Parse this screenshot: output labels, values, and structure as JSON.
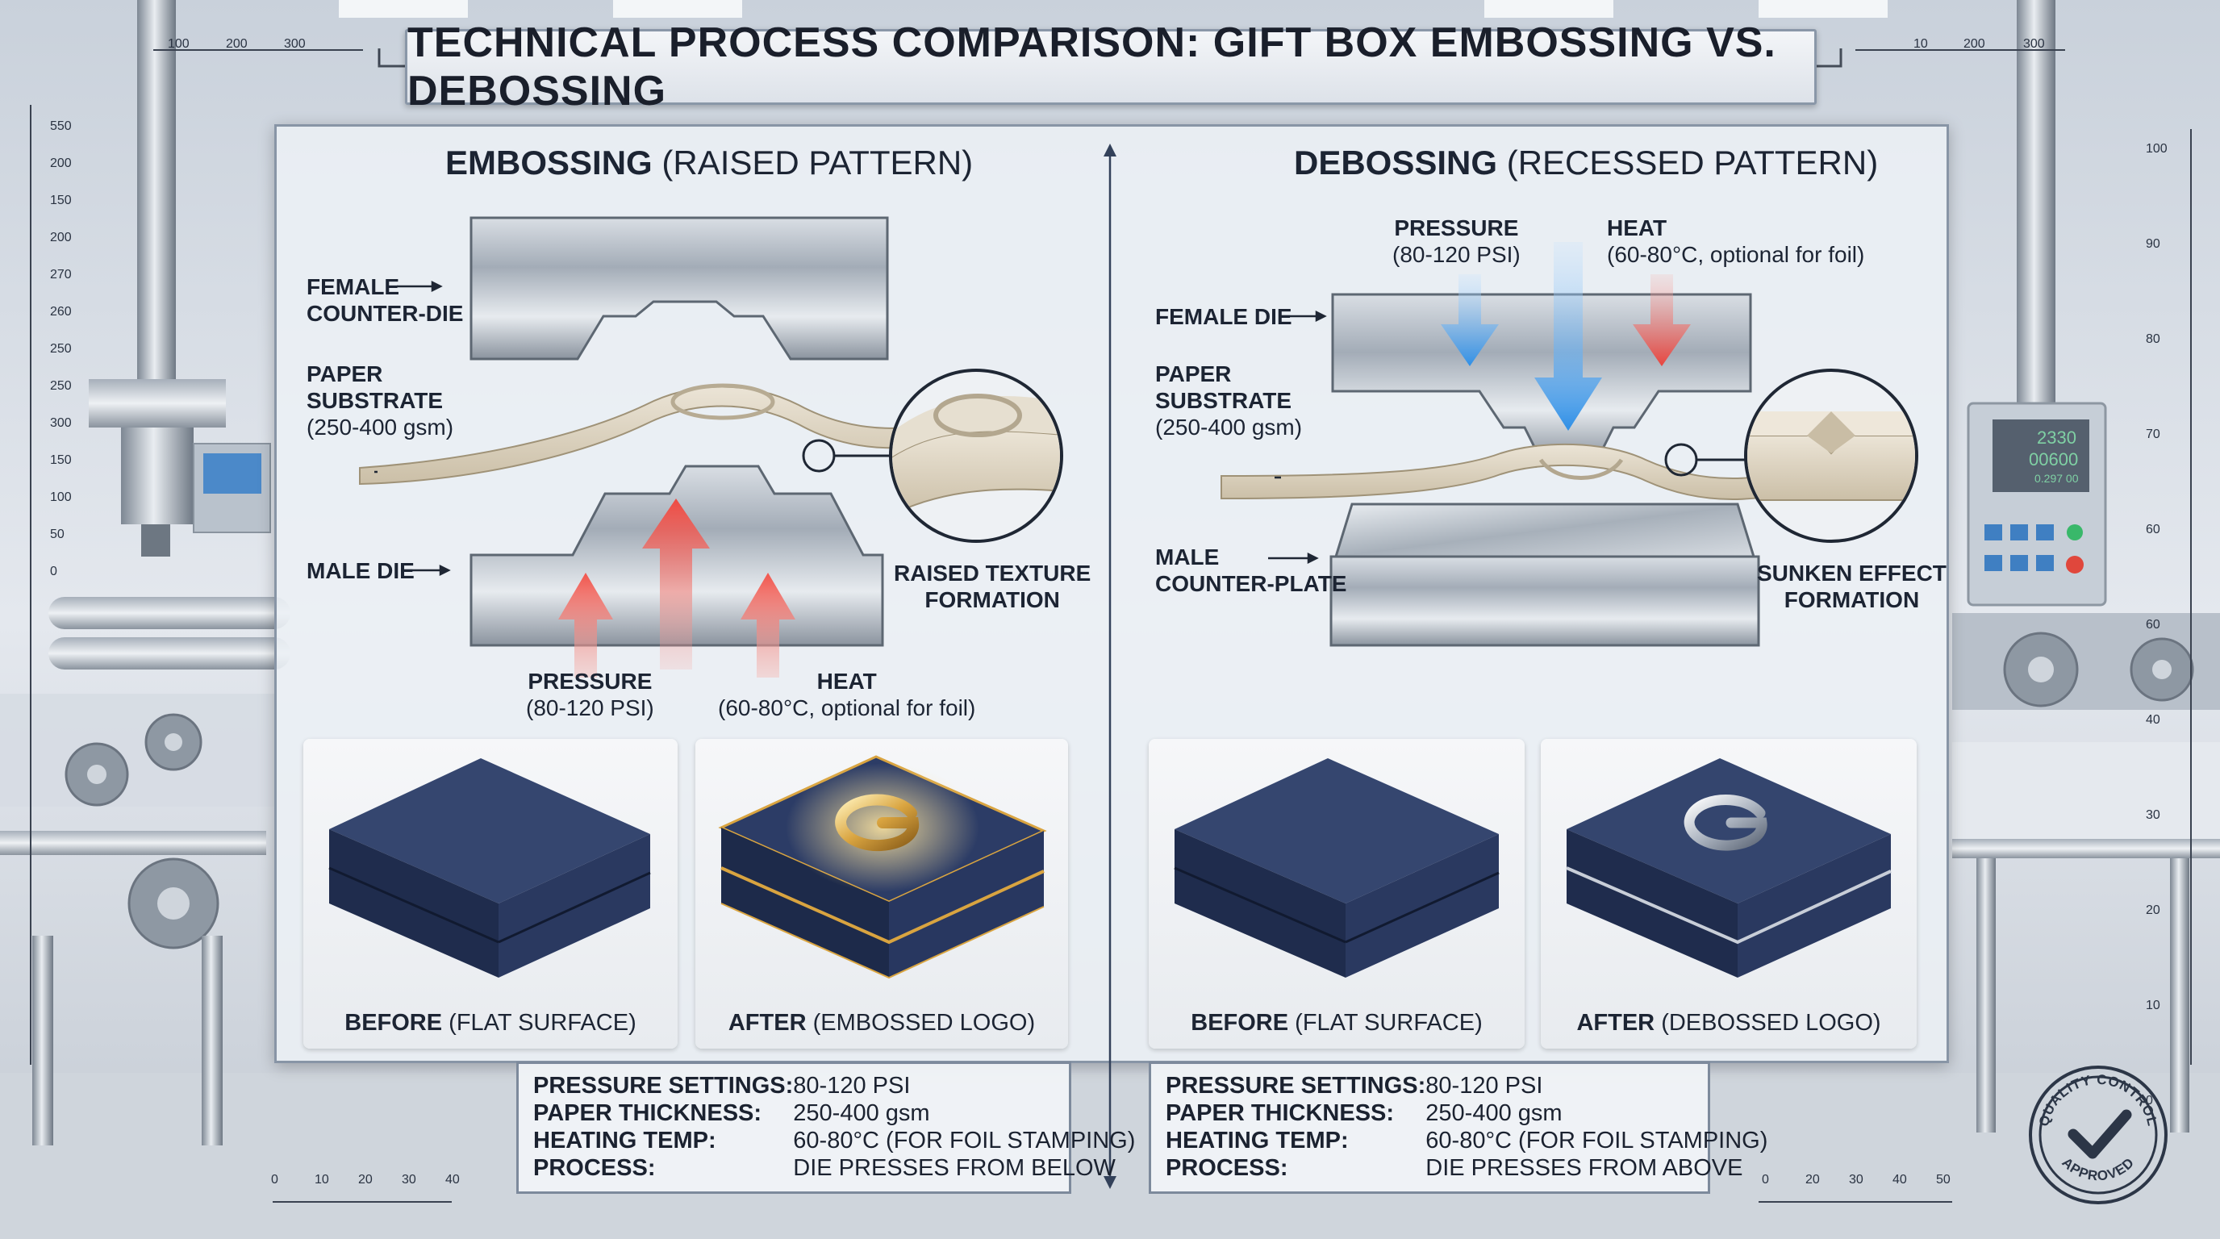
{
  "title": "TECHNICAL PROCESS COMPARISON: GIFT BOX EMBOSSING VS. DEBOSSING",
  "embossing": {
    "heading_bold": "EMBOSSING",
    "heading_rest": "(RAISED PATTERN)",
    "labels": {
      "female_counter_die": [
        "FEMALE",
        "COUNTER-DIE"
      ],
      "paper_substrate": [
        "PAPER",
        "SUBSTRATE",
        "(250-400 gsm)"
      ],
      "male_die": "MALE DIE",
      "raised_texture": [
        "RAISED TEXTURE",
        "FORMATION"
      ],
      "pressure": [
        "PRESSURE",
        "(80-120 PSI)"
      ],
      "heat": [
        "HEAT",
        "(60-80°C, optional for foil)"
      ]
    },
    "before_caption_bold": "BEFORE",
    "before_caption_rest": "(FLAT SURFACE)",
    "after_caption_bold": "AFTER",
    "after_caption_rest": "(EMBOSSED LOGO)",
    "specs": [
      {
        "key": "PRESSURE SETTINGS:",
        "value": "80-120 PSI"
      },
      {
        "key": "PAPER THICKNESS:",
        "value": "250-400 gsm"
      },
      {
        "key": "HEATING TEMP:",
        "value": "60-80°C (FOR FOIL STAMPING)"
      },
      {
        "key": "PROCESS:",
        "value": "DIE PRESSES FROM BELOW"
      }
    ]
  },
  "debossing": {
    "heading_bold": "DEBOSSING",
    "heading_rest": "(RECESSED PATTERN)",
    "labels": {
      "female_die": "FEMALE DIE",
      "paper_substrate": [
        "PAPER",
        "SUBSTRATE",
        "(250-400 gsm)"
      ],
      "male_counter_plate": [
        "MALE",
        "COUNTER-PLATE"
      ],
      "sunken_effect": [
        "SUNKEN EFFECT",
        "FORMATION"
      ],
      "pressure": [
        "PRESSURE",
        "(80-120 PSI)"
      ],
      "heat": [
        "HEAT",
        "(60-80°C, optional for foil)"
      ]
    },
    "before_caption_bold": "BEFORE",
    "before_caption_rest": "(FLAT SURFACE)",
    "after_caption_bold": "AFTER",
    "after_caption_rest": "(DEBOSSED LOGO)",
    "specs": [
      {
        "key": "PRESSURE SETTINGS:",
        "value": "80-120 PSI"
      },
      {
        "key": "PAPER THICKNESS:",
        "value": "250-400 gsm"
      },
      {
        "key": "HEATING TEMP:",
        "value": "60-80°C (FOR FOIL STAMPING)"
      },
      {
        "key": "PROCESS:",
        "value": "DIE PRESSES FROM ABOVE"
      }
    ]
  },
  "machine_display": {
    "line1": "2330",
    "line2": "00600",
    "line3": "0.297 00"
  },
  "stamp": {
    "top": "QUALITY CONTROL",
    "bottom": "APPROVED"
  },
  "rulers": {
    "top_left": [
      "100",
      "200",
      "300"
    ],
    "top_right": [
      "10",
      "200",
      "300"
    ],
    "left": [
      "550",
      "200",
      "150",
      "200",
      "270",
      "260",
      "250",
      "250",
      "300",
      "150",
      "100",
      "50",
      "0"
    ],
    "right": [
      "100",
      "90",
      "80",
      "70",
      "60",
      "60",
      "40",
      "30",
      "20",
      "10",
      "0"
    ],
    "bottom_left": [
      "0",
      "10",
      "20",
      "30",
      "40"
    ],
    "bottom_right": [
      "0",
      "20",
      "30",
      "40",
      "50"
    ]
  },
  "colors": {
    "pressure_heat_arrow_red": "#e8443e",
    "pressure_arrow_blue": "#2f8fe6",
    "box_navy": "#27365e",
    "gold_logo": "#d9a440",
    "paper": "#ddd3c0"
  }
}
